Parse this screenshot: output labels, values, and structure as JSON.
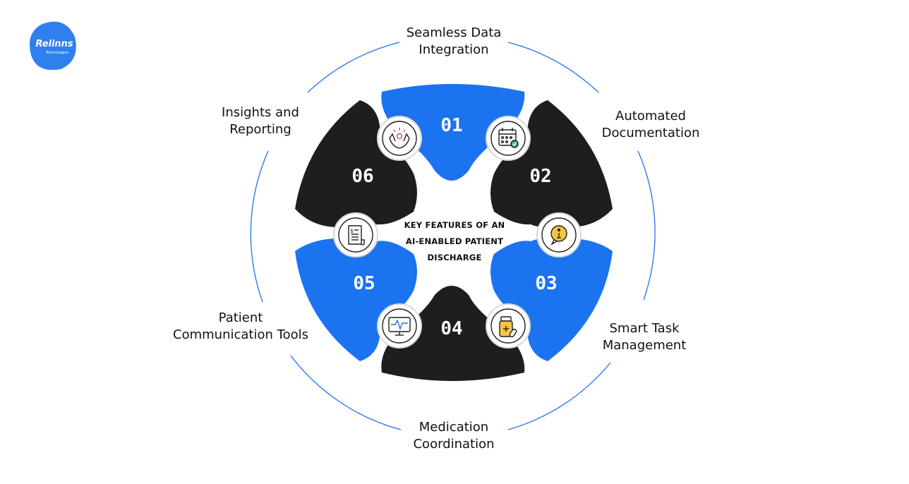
{
  "logo": {
    "name": "Relinns",
    "tagline": "Technologies"
  },
  "center_title": [
    "KEY FEATURES OF AN",
    "AI-ENABLED PATIENT",
    "DISCHARGE"
  ],
  "colors": {
    "blue": "#1C73F0",
    "black": "#1E1E1E",
    "ring": "#1C73F0",
    "badge_ring": "#1C73F0"
  },
  "segments": [
    {
      "number": "01",
      "color": "blue",
      "label": [
        "Seamless Data",
        "Integration"
      ],
      "icon": "caring-hands-icon"
    },
    {
      "number": "02",
      "color": "black",
      "label": [
        "Automated",
        "Documentation"
      ],
      "icon": "calendar-check-icon"
    },
    {
      "number": "03",
      "color": "blue",
      "label": [
        "Smart Task",
        "Management"
      ],
      "icon": "info-bubble-icon"
    },
    {
      "number": "04",
      "color": "black",
      "label": [
        "Medication",
        "Coordination"
      ],
      "icon": "medicine-bottle-icon"
    },
    {
      "number": "05",
      "color": "blue",
      "label": [
        "Patient",
        "Communication Tools"
      ],
      "icon": "monitor-heartbeat-icon"
    },
    {
      "number": "06",
      "color": "black",
      "label": [
        "Insights and",
        "Reporting"
      ],
      "icon": "receipt-report-icon"
    }
  ]
}
